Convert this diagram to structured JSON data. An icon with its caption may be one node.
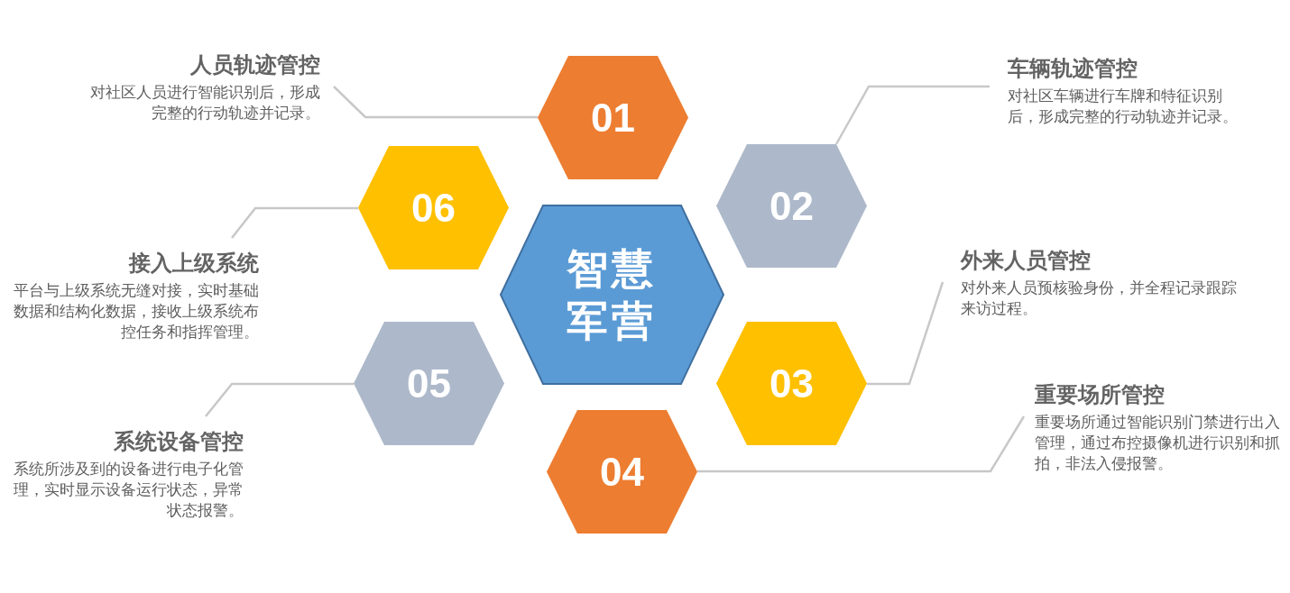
{
  "diagram": {
    "nodes": [
      {
        "text": [
          "智慧军营"
        ]
      },
      {
        "text": [
          "01"
        ]
      },
      {
        "text": [
          "02"
        ]
      },
      {
        "text": [
          "03"
        ]
      },
      {
        "text": [
          "04"
        ]
      },
      {
        "text": [
          "05"
        ]
      },
      {
        "text": [
          "06"
        ]
      },
      {
        "text": [
          "人员轨迹管控",
          "对社区人员进行智能识别后，形成完整的行动轨迹并记录。"
        ]
      },
      {
        "text": [
          "车辆轨迹管控",
          "对社区车辆进行车牌和特征识别后，形成完整的行动轨迹并记录。"
        ]
      },
      {
        "text": [
          "外来人员管控",
          "对外来人员预核验身份，并全程记录跟踪来访过程。"
        ]
      },
      {
        "text": [
          "重要场所管控",
          "重要场所通过智能识别门禁进行出入管理，通过布控摄像机进行识别和抓拍，非法入侵报警。"
        ]
      },
      {
        "text": [
          "系统设备管控",
          "系统所涉及到的设备进行电子化管理，实时显示设备运行状态，异常状态报警。"
        ]
      },
      {
        "text": [
          "接入上级系统",
          "平台与上级系统无缝对接，实时基础数据和结构化数据，接收上级系统布控任务和指挥管理。"
        ]
      }
    ],
    "edges": [
      {
        "from": 7,
        "to": 1,
        "arrow": "none"
      },
      {
        "from": 8,
        "to": 2,
        "arrow": "none"
      },
      {
        "from": 9,
        "to": 3,
        "arrow": "none"
      },
      {
        "from": 10,
        "to": 4,
        "arrow": "none"
      },
      {
        "from": 11,
        "to": 5,
        "arrow": "none"
      },
      {
        "from": 12,
        "to": 6,
        "arrow": "none"
      }
    ]
  }
}
